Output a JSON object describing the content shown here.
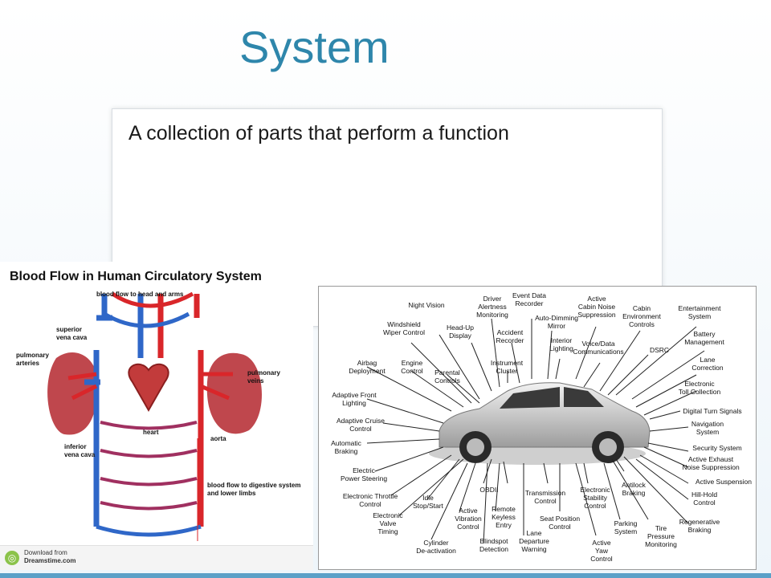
{
  "slide": {
    "title": "System",
    "bullet": "A collection of parts that perform a function"
  },
  "circulatory_image": {
    "title": "Blood Flow  in Human Circulatory System",
    "labels": {
      "head_arms": "blood flow to head and arms",
      "superior": "superior\nvena cava",
      "pulm_arteries": "pulmonary\narteries",
      "pulm_veins": "pulmonary\nveins",
      "heart": "heart",
      "aorta": "aorta",
      "inferior": "inferior\nvena cava",
      "digestive": "blood flow to digestive system\nand lower limbs"
    },
    "credit": {
      "line1": "Download from",
      "line2": "Dreamstime.com"
    }
  },
  "car_image": {
    "features": [
      "Night Vision",
      "Windshield\nWiper Control",
      "Head-Up\nDisplay",
      "Driver\nAlertness\nMonitoring",
      "Event Data\nRecorder",
      "Accident\nRecorder",
      "Auto-Dimming\nMirror",
      "Active\nCabin Noise\nSuppression",
      "Cabin\nEnvironment\nControls",
      "Entertainment\nSystem",
      "Battery\nManagement",
      "Airbag\nDeployment",
      "Engine\nControl",
      "Parental\nControls",
      "Instrument\nCluster",
      "Interior\nLighting",
      "Voice/Data\nCommunications",
      "DSRC",
      "Lane\nCorrection",
      "Electronic\nToll Collection",
      "Adaptive Front\nLighting",
      "Digital Turn Signals",
      "Adaptive Cruise\nControl",
      "Navigation\nSystem",
      "Automatic\nBraking",
      "Security System",
      "Active Exhaust\nNoise Suppression",
      "Electric\nPower Steering",
      "Active Suspension",
      "Electronic Throttle\nControl",
      "Idle\nStop/Start",
      "OBDII",
      "Transmission\nControl",
      "Electronic\nStability\nControl",
      "Antilock\nBraking",
      "Hill-Hold\nControl",
      "Electronic\nValve\nTiming",
      "Active\nVibration\nControl",
      "Remote\nKeyless\nEntry",
      "Seat Position\nControl",
      "Parking\nSystem",
      "Tire\nPressure\nMonitoring",
      "Regenerative\nBraking",
      "Cylinder\nDe-activation",
      "Blindspot\nDetection",
      "Lane\nDeparture\nWarning",
      "Active\nYaw\nControl"
    ]
  },
  "colors": {
    "title": "#2e86ab",
    "artery": "#d9262a",
    "vein": "#2f67c8",
    "accent_bar": "#5aa0c8"
  }
}
